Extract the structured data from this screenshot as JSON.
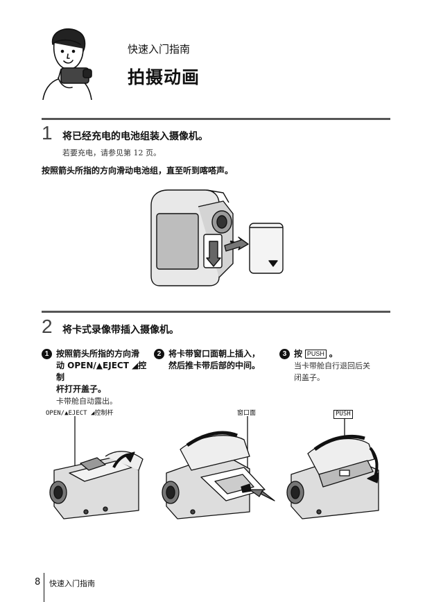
{
  "header": {
    "subtitle": "快速入门指南",
    "title": "拍摄动画"
  },
  "step1": {
    "number": "1",
    "title": "将已经充电的电池组装入摄像机。",
    "note": "若要充电，请参见第 12 页。",
    "instruction": "按照箭头所指的方向滑动电池组，直至听到喀嗒声。"
  },
  "step2": {
    "number": "2",
    "title": "将卡式录像带插入摄像机。",
    "substeps": [
      {
        "marker": "1",
        "line1": "按照箭头所指的方向滑",
        "line2": "动 OPEN/▲EJECT ◢控制",
        "line3": "杆打开盖子。",
        "note": "卡带舱自动露出。"
      },
      {
        "marker": "2",
        "line1": "将卡带窗口面朝上插入，",
        "line2": "然后推卡带后部的中间。"
      },
      {
        "marker": "3",
        "prefix": "按",
        "push": "PUSH",
        "suffix": "。",
        "note1": "当卡带舱自行退回后关",
        "note2": "闭盖子。"
      }
    ],
    "labels": {
      "lever": "OPEN/▲EJECT ◢控制杆",
      "window": "窗口面",
      "push": "PUSH"
    }
  },
  "footer": {
    "page": "8",
    "text": "快速入门指南"
  }
}
